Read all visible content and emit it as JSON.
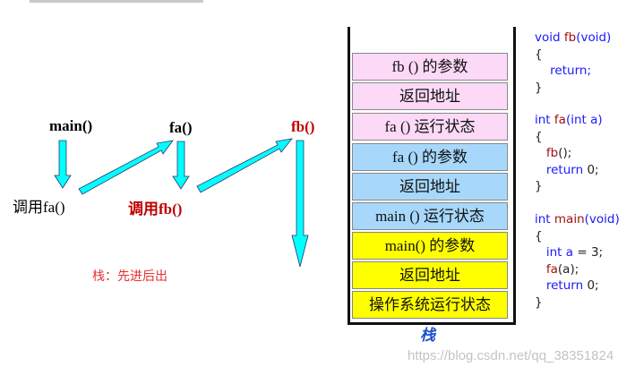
{
  "flow": {
    "main": "main()",
    "call_fa": "调用fa()",
    "fa": "fa()",
    "call_fb": "调用fb()",
    "fb": "fb()",
    "note": "栈：先进后出"
  },
  "stack": {
    "frames": [
      "fb ()  的参数",
      "返回地址",
      "fa () 运行状态",
      "fa () 的参数",
      "返回地址",
      "main () 运行状态",
      "main() 的参数",
      "返回地址",
      "操作系统运行状态"
    ],
    "caption": "栈"
  },
  "code": {
    "fb_sig": [
      "void",
      "fb",
      "(void)"
    ],
    "fb_body": [
      "{",
      "return;",
      "}"
    ],
    "fa_sig": [
      "int",
      "fa",
      "(int a)"
    ],
    "fa_body": [
      "{",
      "fb",
      "();",
      "return",
      "0;",
      "}"
    ],
    "main_sig": [
      "int",
      "main",
      "(void)"
    ],
    "main_body": [
      "{",
      "int a",
      "= 3;",
      "fa",
      "(a);",
      "return",
      "0;",
      "}"
    ]
  },
  "watermark": "https://blog.csdn.net/qq_38351824",
  "colors": {
    "arrow": "#00ffff",
    "pink": "#fcd9f7",
    "blue": "#a7d8fb",
    "yellow": "#ffff00",
    "red": "#c00000"
  }
}
